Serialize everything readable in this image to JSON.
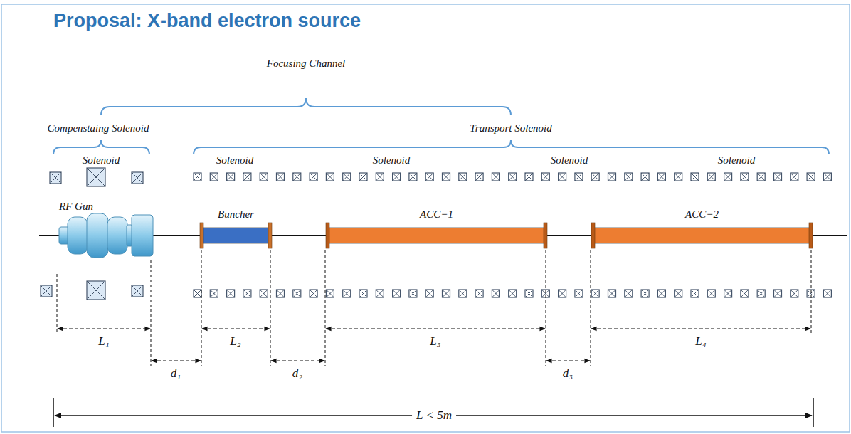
{
  "diagram": {
    "title": "Proposal: X-band electron source",
    "nodes": [
      {
        "text": [
          "RF Gun"
        ]
      },
      {
        "text": [
          "Buncher"
        ]
      },
      {
        "text": [
          "ACC−1"
        ]
      },
      {
        "text": [
          "ACC−2"
        ]
      }
    ],
    "edges": [
      {
        "from": 0,
        "to": 1,
        "arrow": "none"
      },
      {
        "from": 1,
        "to": 2,
        "arrow": "none"
      },
      {
        "from": 2,
        "to": 3,
        "arrow": "none"
      }
    ],
    "labels": [
      "Focusing Channel",
      "Compenstaing Solenoid",
      "Transport Solenoid",
      "Solenoid",
      "Solenoid",
      "Solenoid",
      "Solenoid",
      "Solenoid",
      "L₁",
      "d₁",
      "L₂",
      "d₂",
      "L₃",
      "d₃",
      "L₄",
      "L < 5m"
    ]
  }
}
